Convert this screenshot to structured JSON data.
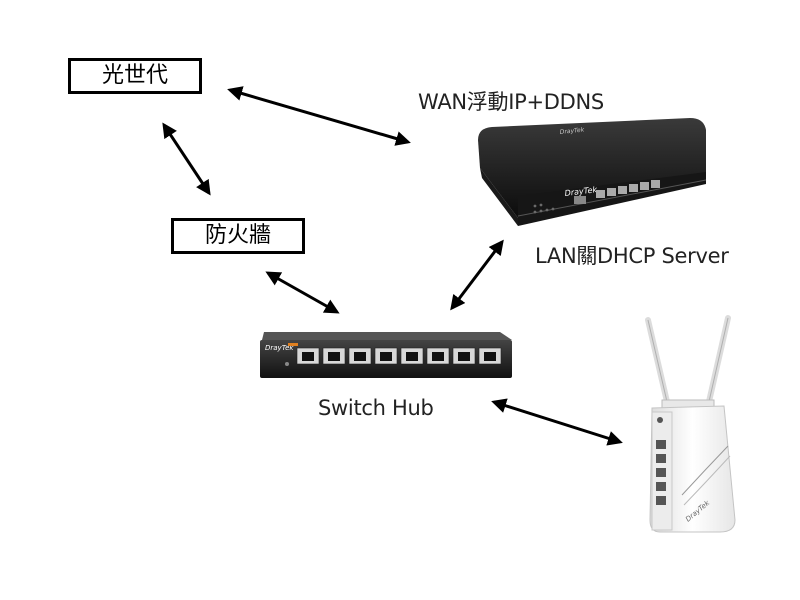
{
  "nodes": {
    "isp": {
      "label": "光世代"
    },
    "firewall": {
      "label": "防火牆"
    },
    "router": {
      "caption_wan": "WAN浮動IP+DDNS",
      "caption_lan": "LAN關DHCP Server",
      "brand": "DrayTek"
    },
    "switch": {
      "caption": "Switch Hub",
      "brand": "DrayTek"
    },
    "access_point": {
      "brand": "DrayTek"
    }
  },
  "edges": [
    {
      "from": "isp",
      "to": "router"
    },
    {
      "from": "isp",
      "to": "firewall"
    },
    {
      "from": "firewall",
      "to": "switch"
    },
    {
      "from": "router",
      "to": "switch"
    },
    {
      "from": "switch",
      "to": "access_point"
    }
  ]
}
